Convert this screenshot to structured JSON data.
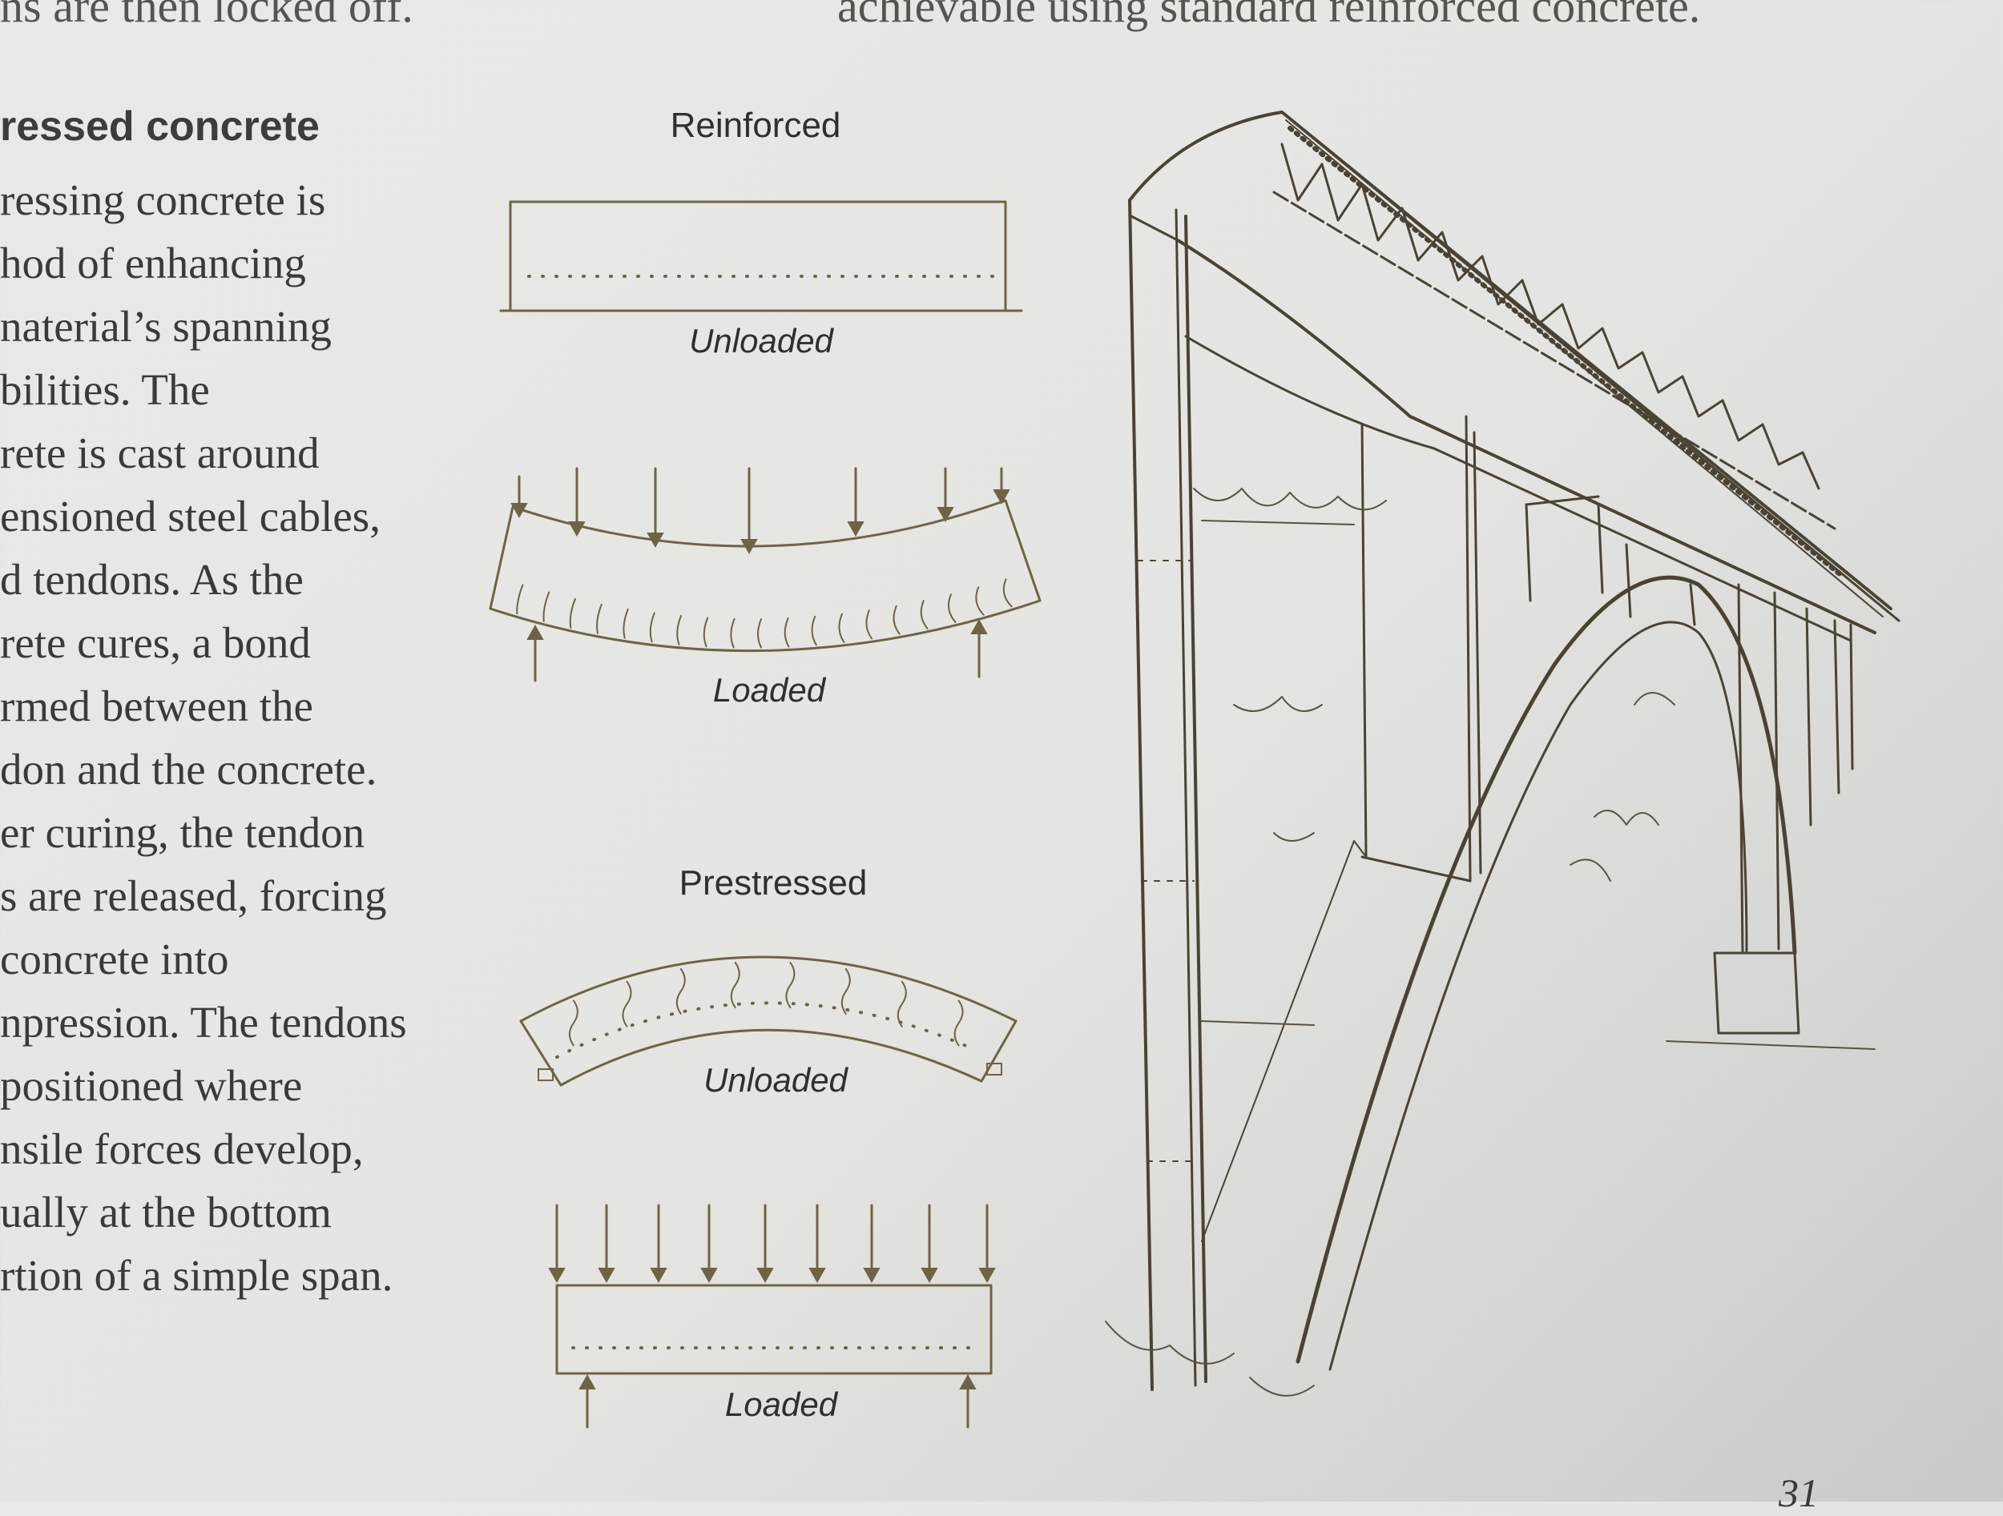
{
  "top_text": {
    "left": "ns are then locked off.",
    "right": "achievable using standard reinforced concrete."
  },
  "section": {
    "heading": "ressed concrete",
    "lines": [
      "ressing concrete is",
      "hod of enhancing",
      "naterial’s spanning",
      "bilities. The",
      "rete is cast around",
      "ensioned steel cables,",
      "d tendons. As the",
      "rete cures, a bond",
      "rmed between the",
      "don and the concrete.",
      "er curing, the tendon",
      "s are released, forcing",
      " concrete into",
      "npression. The tendons",
      " positioned where",
      "nsile forces develop,",
      "ually at the bottom",
      "rtion of a simple span."
    ]
  },
  "figure": {
    "reinforced": {
      "title": "Reinforced",
      "unloaded_caption": "Unloaded",
      "loaded_caption": "Loaded"
    },
    "prestressed": {
      "title": "Prestressed",
      "unloaded_caption": "Unloaded",
      "loaded_caption": "Loaded"
    }
  },
  "colors": {
    "ink": "#6e6445",
    "text": "#3a3a38",
    "sketch": "#4a4334"
  },
  "page_number": "31"
}
